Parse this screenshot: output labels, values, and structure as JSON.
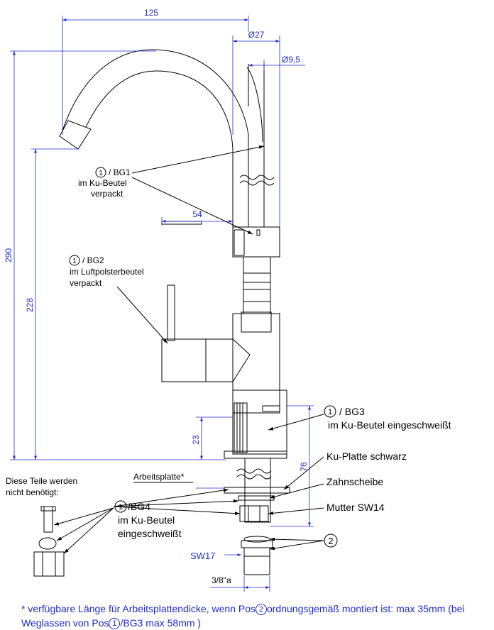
{
  "dimensions": {
    "d125": "125",
    "d27": "Ø27",
    "d95": "Ø9,5",
    "d290": "290",
    "d228": "228",
    "d54": "54",
    "d23": "23",
    "d76": "76",
    "sw17": "SW17",
    "thread": "3/8\"a"
  },
  "labels": {
    "bg1": {
      "num": "1",
      "code": "/ BG1",
      "line1": "im Ku-Beutel",
      "line2": "verpackt"
    },
    "bg2": {
      "num": "1",
      "code": "/ BG2",
      "line1": "im Luftpolsterbeutel",
      "line2": "verpackt"
    },
    "bg3": {
      "num": "1",
      "code": "/ BG3",
      "line1": "im Ku-Beutel eingeschweißt"
    },
    "bg4": {
      "num": "1",
      "code": "/BG4",
      "line1": "im Ku-Beutel",
      "line2": "eingeschweißt"
    },
    "pos2": "2",
    "ku_platte": "Ku-Platte schwarz",
    "zahnscheibe": "Zahnscheibe",
    "mutter": "Mutter SW14",
    "arbeitsplatte": "Arbeitsplatte*",
    "not_needed_1": "Diese Teile werden",
    "not_needed_2": "nicht benötigt:"
  },
  "footnote": {
    "part1": "* verfügbare Länge für Arbeitsplattendicke, wenn Pos",
    "c1": "2",
    "part2": "ordnungsgemäß montiert ist: max 35mm (bei Weglassen von Pos",
    "c2": "1",
    "part3": "/BG3 max 58mm )"
  }
}
